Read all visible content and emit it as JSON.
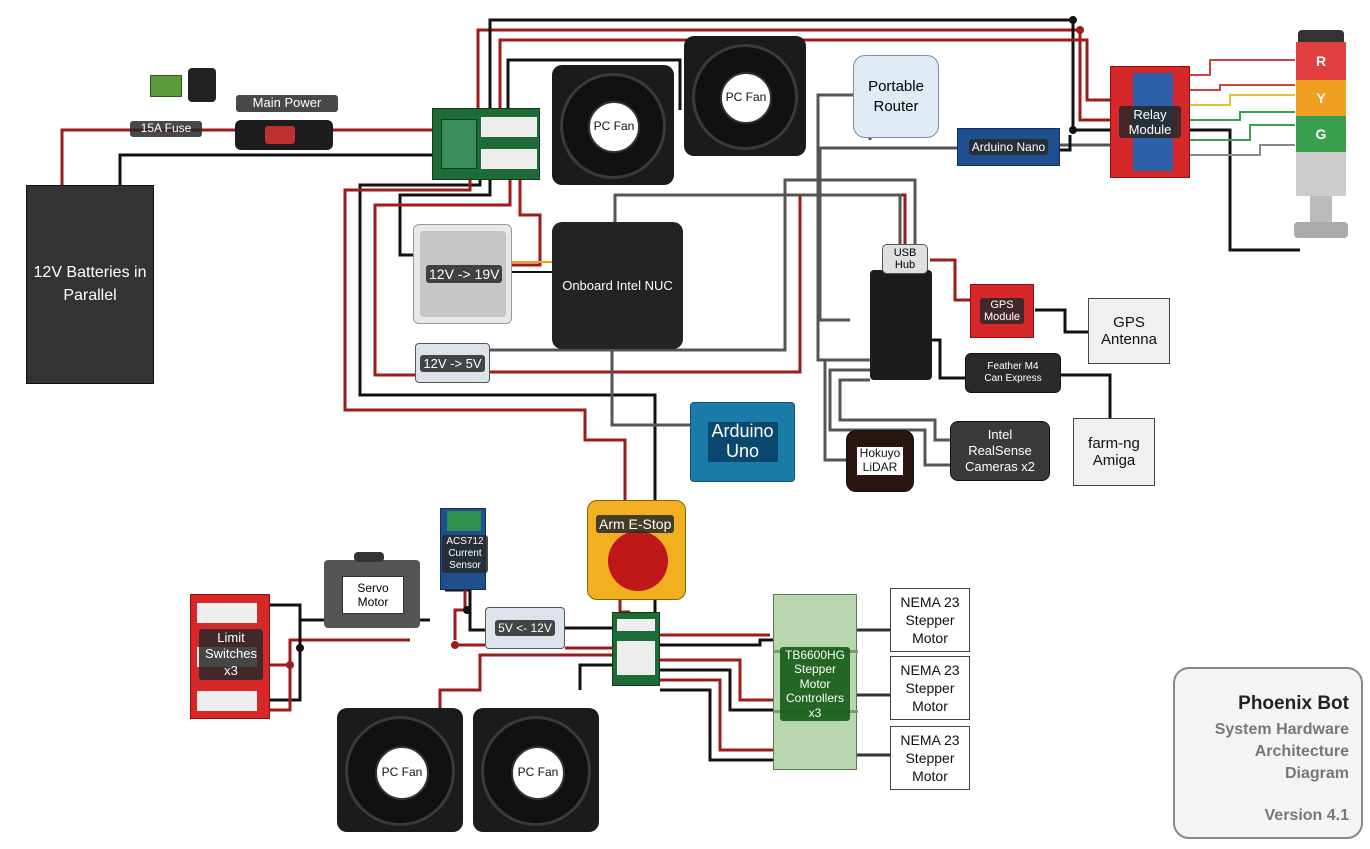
{
  "diagram": {
    "battery_label": "12V Batteries in Parallel",
    "fuse_label": "15A Fuse",
    "main_power_label": "Main Power",
    "buck_19v_label": "12V -> 19V",
    "buck_5v_top_label": "12V -> 5V",
    "nuc_label": "Onboard Intel NUC",
    "router_label": "Portable Router",
    "arduino_nano_label": "Arduino Nano",
    "relay_label": "Relay Module",
    "usb_hub_label": "USB Hub",
    "gps_module_label": "GPS Module",
    "gps_antenna_label": "GPS Antenna",
    "feather_label": "Feather M4 Can Express",
    "amiga_label": "farm-ng Amiga",
    "realsense_label": "Intel RealSense Cameras x2",
    "lidar_label": "Hokuyo LiDAR",
    "uno_label": "Arduino Uno",
    "estop_label": "Arm E-Stop",
    "acs_label": "ACS712 Current Sensor",
    "servo_label": "Servo Motor",
    "limit_label": "Limit Switches x3",
    "buck_5v_bottom_label": "5V <- 12V",
    "driver_label": "TB6600HG Stepper Motor Controllers x3",
    "stepper_labels": [
      "NEMA 23 Stepper Motor",
      "NEMA 23 Stepper Motor",
      "NEMA 23 Stepper Motor"
    ],
    "fan_label": "PC Fan",
    "stack_light": {
      "r": "R",
      "y": "Y",
      "g": "G"
    }
  },
  "title_card": {
    "title": "Phoenix Bot",
    "subtitle": "System Hardware Architecture Diagram",
    "version": "Version 4.1"
  },
  "colors": {
    "wire_red": "#9e1b1b",
    "wire_black": "#111111",
    "wire_gray": "#555555",
    "light_red": "#e04040",
    "light_yellow": "#f0a020",
    "light_green": "#3aa050"
  }
}
